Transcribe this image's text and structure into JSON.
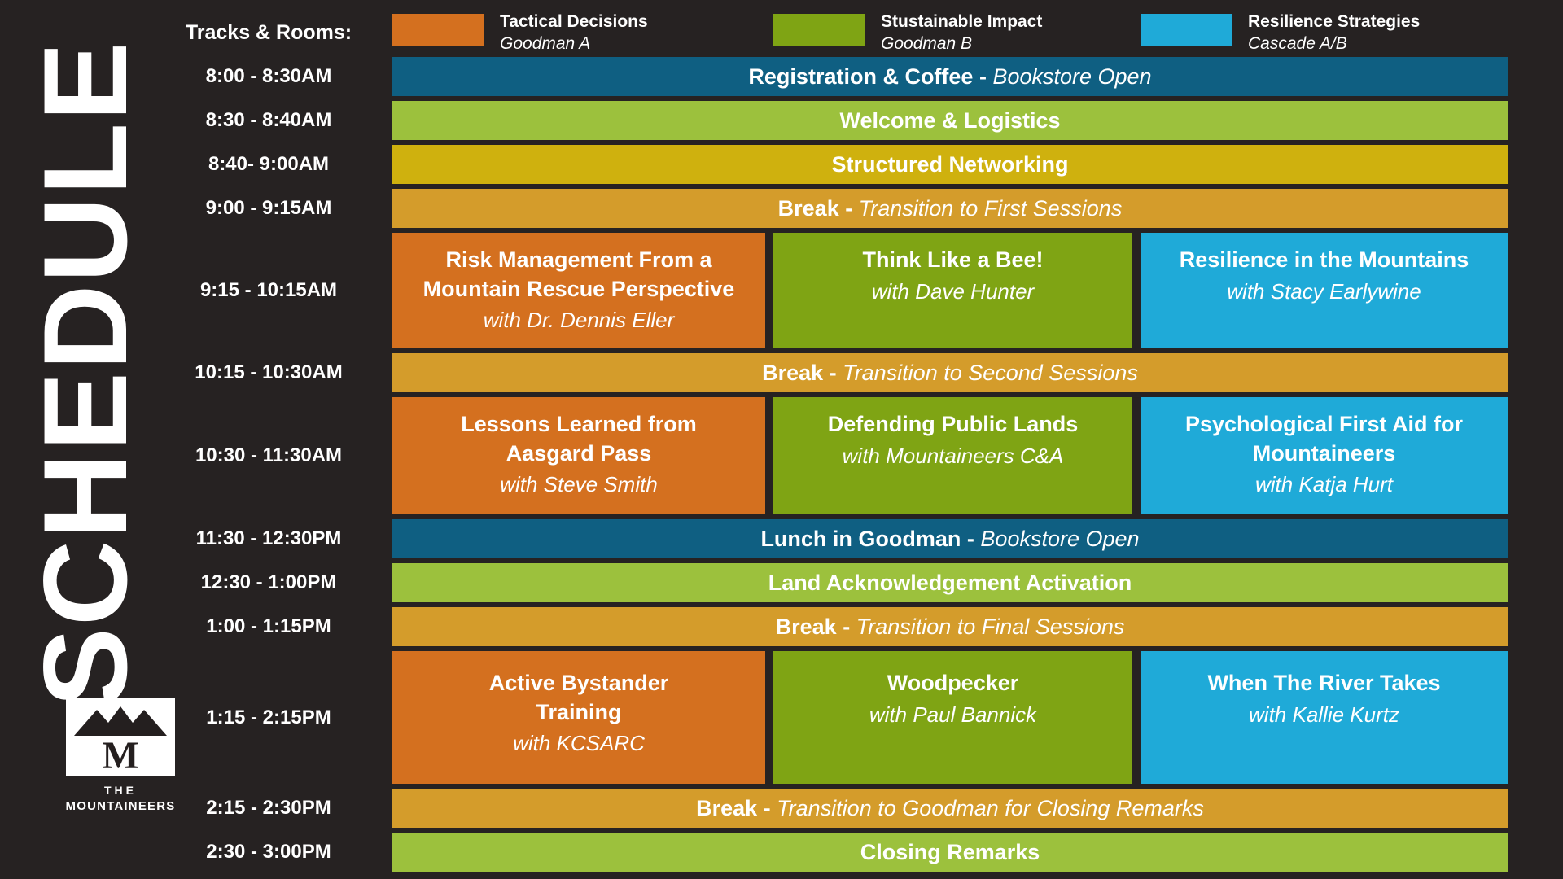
{
  "page": {
    "vertical_title": "SCHEDULE",
    "tracks_label": "Tracks & Rooms:"
  },
  "colors": {
    "background": "#262222",
    "teal": "#0F5F82",
    "light_green": "#9CC13D",
    "mustard": "#CFB10E",
    "amber": "#D49C2B",
    "orange": "#D4701F",
    "session_green": "#7FA414",
    "blue": "#1FAAD8",
    "text": "#FFFFFF"
  },
  "legend": [
    {
      "track": "Tactical Decisions",
      "room": "Goodman A",
      "color": "#D4701F"
    },
    {
      "track": "Stustainable Impact",
      "room": "Goodman B",
      "color": "#7FA414"
    },
    {
      "track": "Resilience Strategies",
      "room": "Cascade A/B",
      "color": "#1FAAD8"
    }
  ],
  "logo": {
    "monogram": "M",
    "line1": "THE",
    "line2": "MOUNTAINEERS"
  },
  "rows": [
    {
      "time": "8:00 - 8:30AM",
      "title": "Registration & Coffee",
      "sep": " - ",
      "subtitle": "Bookstore Open"
    },
    {
      "time": "8:30 - 8:40AM",
      "title": "Welcome & Logistics"
    },
    {
      "time": "8:40- 9:00AM",
      "title": "Structured Networking"
    },
    {
      "time": "9:00 - 9:15AM",
      "title": "Break",
      "sep": " - ",
      "subtitle": "Transition to First Sessions"
    },
    {
      "time": "9:15 - 10:15AM",
      "sessions": [
        {
          "title": "Risk Management From a Mountain Rescue Perspective",
          "speaker": "with Dr. Dennis Eller"
        },
        {
          "title": "Think Like a Bee!",
          "speaker": "with Dave Hunter"
        },
        {
          "title": "Resilience in the Mountains",
          "speaker": "with Stacy Earlywine"
        }
      ]
    },
    {
      "time": "10:15 - 10:30AM",
      "title": "Break",
      "sep": " - ",
      "subtitle": "Transition to Second Sessions"
    },
    {
      "time": "10:30 - 11:30AM",
      "sessions": [
        {
          "title": "Lessons Learned from Aasgard Pass",
          "speaker": "with Steve Smith"
        },
        {
          "title": "Defending Public Lands",
          "speaker": "with Mountaineers C&A"
        },
        {
          "title": "Psychological First Aid for Mountaineers",
          "speaker": "with Katja Hurt"
        }
      ]
    },
    {
      "time": "11:30 - 12:30PM",
      "title": "Lunch in Goodman",
      "sep": " - ",
      "subtitle": "Bookstore Open"
    },
    {
      "time": "12:30 - 1:00PM",
      "title": "Land Acknowledgement Activation"
    },
    {
      "time": "1:00 - 1:15PM",
      "title": "Break",
      "sep": " - ",
      "subtitle": "Transition to Final Sessions"
    },
    {
      "time": "1:15 - 2:15PM",
      "sessions": [
        {
          "title": "Active Bystander Training",
          "speaker": "with KCSARC"
        },
        {
          "title": "Woodpecker",
          "speaker": "with Paul Bannick"
        },
        {
          "title": "When The River Takes",
          "speaker": "with Kallie Kurtz"
        }
      ]
    },
    {
      "time": "2:15 - 2:30PM",
      "title": "Break",
      "sep": " - ",
      "subtitle": "Transition to Goodman for Closing Remarks"
    },
    {
      "time": "2:30 - 3:00PM",
      "title": "Closing Remarks"
    }
  ]
}
